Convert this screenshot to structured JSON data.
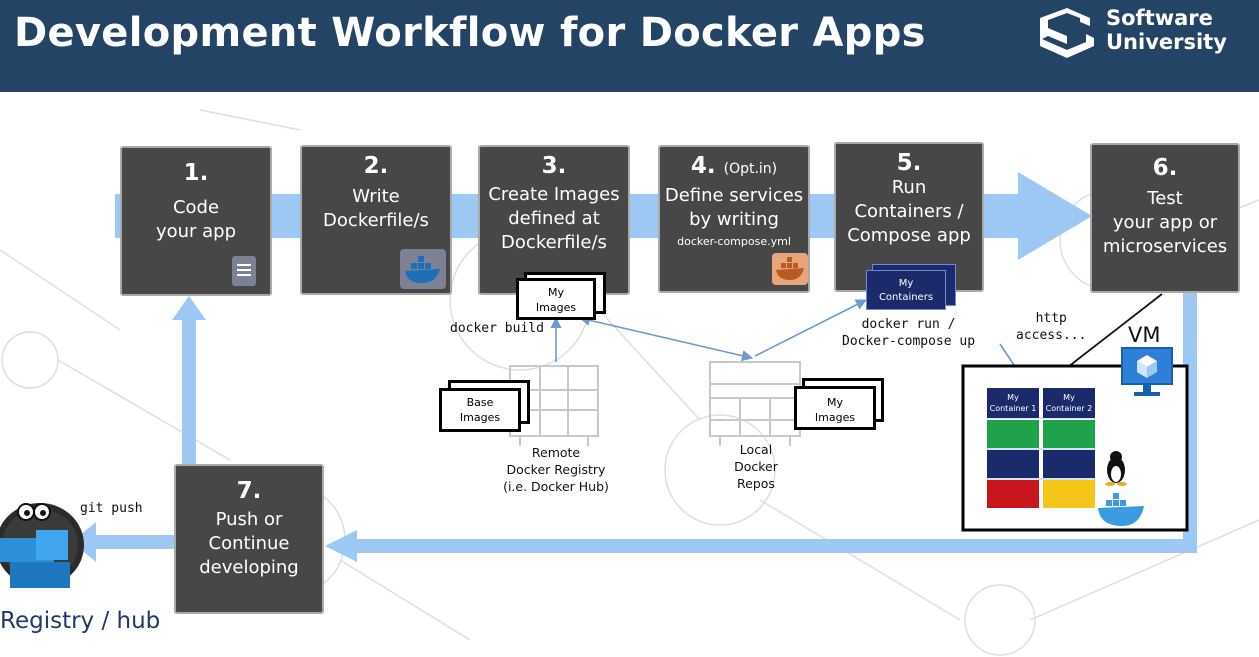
{
  "header": {
    "title": "Development Workflow for Docker Apps",
    "logo_line1": "Software",
    "logo_line2": "University",
    "bg_color": "#234465"
  },
  "steps": [
    {
      "num": "1.",
      "text": "Code\nyour app",
      "icon": "document-icon"
    },
    {
      "num": "2.",
      "text": "Write\nDockerfile/s",
      "icon": "docker-whale-icon"
    },
    {
      "num": "3.",
      "text": "Create Images\ndefined at\nDockerfile/s"
    },
    {
      "num": "4.",
      "opt": "(Opt.in)",
      "text": "Define services\nby writing",
      "small": "docker-compose.yml",
      "icon": "docker-compose-icon"
    },
    {
      "num": "5.",
      "text": "Run\nContainers /\nCompose app"
    },
    {
      "num": "6.",
      "text": "Test\nyour app or\nmicroservices"
    },
    {
      "num": "7.",
      "text": "Push or\nContinue\ndeveloping"
    }
  ],
  "labels": {
    "docker_build": "docker build",
    "docker_run": "docker run /\nDocker-compose up",
    "http_access": "http\naccess...",
    "git_push": "git push",
    "vm": "VM",
    "registry_hub": "Registry / hub",
    "remote_registry": "Remote\nDocker Registry\n(i.e. Docker Hub)",
    "local_repos": "Local\nDocker\nRepos",
    "my_images": "My\nImages",
    "base_images": "Base\nImages",
    "my_containers": "My\nContainers",
    "my_container_1": "My\nContainer 1",
    "my_container_2": "My\nContainer 2"
  },
  "colors": {
    "arrow": "#9cc8f3",
    "step_bg": "#474747",
    "container_navy": "#1a2a6b",
    "green": "#1ea34a",
    "red": "#c8161d",
    "yellow": "#f5c518"
  }
}
